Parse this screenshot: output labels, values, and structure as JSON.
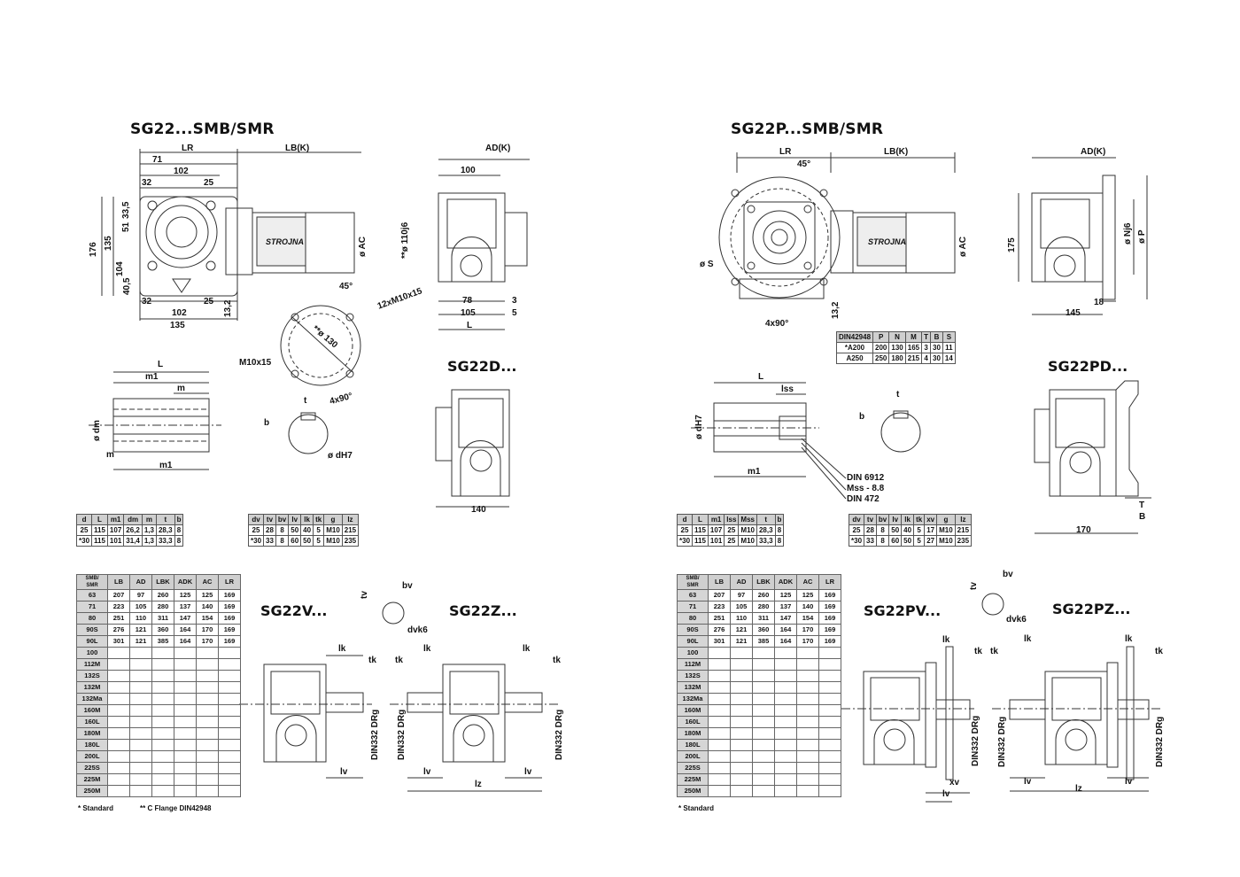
{
  "left": {
    "title": "SG22...SMB/SMR",
    "labels": {
      "lr": "LR",
      "lbk": "LB(K)",
      "adk": "AD(K)",
      "d71": "71",
      "d102": "102",
      "d32": "32",
      "d25": "25",
      "d33_5": "33,5",
      "d51": "51",
      "d135": "135",
      "d176": "176",
      "d104": "104",
      "d40_5": "40,5",
      "b32": "32",
      "b102": "102",
      "b25": "25",
      "b135": "135",
      "d13_2": "13,2",
      "brand": "STROJNA",
      "acdia": "ø AC",
      "d45": "45°",
      "d110": "**ø 110j6",
      "d100": "100",
      "m10x15a": "12xM10x15",
      "d78": "78",
      "d3": "3",
      "d105": "105",
      "d5": "5",
      "dL": "L",
      "d130": "**ø 130",
      "m10x15": "M10x15",
      "d4x90": "4x90°"
    },
    "shaft_labels": {
      "L": "L",
      "m1": "m1",
      "m": "m",
      "dm": "ø dm",
      "mb": "m",
      "m1b": "m1",
      "t": "t",
      "b": "b",
      "dH7": "ø dH7"
    },
    "sg22d": {
      "title": "SG22D...",
      "dim": "140"
    },
    "table_d": {
      "headers": [
        "d",
        "L",
        "m1",
        "dm",
        "m",
        "t",
        "b"
      ],
      "rows": [
        [
          "25",
          "115",
          "107",
          "26,2",
          "1,3",
          "28,3",
          "8"
        ],
        [
          "*30",
          "115",
          "101",
          "31,4",
          "1,3",
          "33,3",
          "8"
        ]
      ]
    },
    "table_dv": {
      "headers": [
        "dv",
        "tv",
        "bv",
        "lv",
        "lk",
        "tk",
        "g",
        "lz"
      ],
      "rows": [
        [
          "25",
          "28",
          "8",
          "50",
          "40",
          "5",
          "M10",
          "215"
        ],
        [
          "*30",
          "33",
          "8",
          "60",
          "50",
          "5",
          "M10",
          "235"
        ]
      ]
    },
    "motor_table": {
      "headers": [
        "SMB/\nSMR",
        "LB",
        "AD",
        "LBK",
        "ADK",
        "AC",
        "LR"
      ],
      "rows": [
        [
          "63",
          "207",
          "97",
          "260",
          "125",
          "125",
          "169"
        ],
        [
          "71",
          "223",
          "105",
          "280",
          "137",
          "140",
          "169"
        ],
        [
          "80",
          "251",
          "110",
          "311",
          "147",
          "154",
          "169"
        ],
        [
          "90S",
          "276",
          "121",
          "360",
          "164",
          "170",
          "169"
        ],
        [
          "90L",
          "301",
          "121",
          "385",
          "164",
          "170",
          "169"
        ],
        [
          "100",
          "",
          "",
          "",
          "",
          "",
          ""
        ],
        [
          "112M",
          "",
          "",
          "",
          "",
          "",
          ""
        ],
        [
          "132S",
          "",
          "",
          "",
          "",
          "",
          ""
        ],
        [
          "132M",
          "",
          "",
          "",
          "",
          "",
          ""
        ],
        [
          "132Ma",
          "",
          "",
          "",
          "",
          "",
          ""
        ],
        [
          "160M",
          "",
          "",
          "",
          "",
          "",
          ""
        ],
        [
          "160L",
          "",
          "",
          "",
          "",
          "",
          ""
        ],
        [
          "180M",
          "",
          "",
          "",
          "",
          "",
          ""
        ],
        [
          "180L",
          "",
          "",
          "",
          "",
          "",
          ""
        ],
        [
          "200L",
          "",
          "",
          "",
          "",
          "",
          ""
        ],
        [
          "225S",
          "",
          "",
          "",
          "",
          "",
          ""
        ],
        [
          "225M",
          "",
          "",
          "",
          "",
          "",
          ""
        ],
        [
          "250M",
          "",
          "",
          "",
          "",
          "",
          ""
        ]
      ]
    },
    "note_standard": "* Standard",
    "note_flange": "** C Flange DIN42948",
    "sg22v": {
      "title": "SG22V...",
      "tv": "tv",
      "bv": "bv",
      "dvk6": "dvk6",
      "lk": "lk",
      "tk": "tk",
      "din": "DIN332 DRg",
      "lv": "lv"
    },
    "sg22z": {
      "title": "SG22Z...",
      "tk": "tk",
      "lk": "lk",
      "lk2": "lk",
      "tk2": "tk",
      "din": "DIN332 DRg",
      "din2": "DIN332 DRg",
      "lv": "lv",
      "lz": "lz",
      "lv2": "lv"
    }
  },
  "right": {
    "title": "SG22P...SMB/SMR",
    "labels": {
      "lr": "LR",
      "lbk": "LB(K)",
      "adk": "AD(K)",
      "d45": "45°",
      "acdia": "ø AC",
      "brand": "STROJNA",
      "d175": "175",
      "nj6": "ø Nj6",
      "p": "ø P",
      "s": "ø S",
      "d13_2": "13,2",
      "d4x90": "4x90°",
      "d18": "18",
      "d145": "145"
    },
    "flange_table": {
      "headers": [
        "DIN42948",
        "P",
        "N",
        "M",
        "T",
        "B",
        "S"
      ],
      "rows": [
        [
          "*A200",
          "200",
          "130",
          "165",
          "3",
          "30",
          "11"
        ],
        [
          "A250",
          "250",
          "180",
          "215",
          "4",
          "30",
          "14"
        ]
      ]
    },
    "shaft_labels": {
      "L": "L",
      "lss": "lss",
      "dH7": "ø dH7",
      "m1": "m1",
      "t": "t",
      "b": "b",
      "din6912": "DIN 6912",
      "mss": "Mss - 8.8",
      "din472": "DIN 472"
    },
    "sg22pd": {
      "title": "SG22PD...",
      "T": "T",
      "B": "B",
      "dim": "170"
    },
    "table_d": {
      "headers": [
        "d",
        "L",
        "m1",
        "lss",
        "Mss",
        "t",
        "b"
      ],
      "rows": [
        [
          "25",
          "115",
          "107",
          "25",
          "M10",
          "28,3",
          "8"
        ],
        [
          "*30",
          "115",
          "101",
          "25",
          "M10",
          "33,3",
          "8"
        ]
      ]
    },
    "table_dv": {
      "headers": [
        "dv",
        "tv",
        "bv",
        "lv",
        "lk",
        "tk",
        "xv",
        "g",
        "lz"
      ],
      "rows": [
        [
          "25",
          "28",
          "8",
          "50",
          "40",
          "5",
          "17",
          "M10",
          "215"
        ],
        [
          "*30",
          "33",
          "8",
          "60",
          "50",
          "5",
          "27",
          "M10",
          "235"
        ]
      ]
    },
    "motor_table": {
      "headers": [
        "SMB/\nSMR",
        "LB",
        "AD",
        "LBK",
        "ADK",
        "AC",
        "LR"
      ],
      "rows": [
        [
          "63",
          "207",
          "97",
          "260",
          "125",
          "125",
          "169"
        ],
        [
          "71",
          "223",
          "105",
          "280",
          "137",
          "140",
          "169"
        ],
        [
          "80",
          "251",
          "110",
          "311",
          "147",
          "154",
          "169"
        ],
        [
          "90S",
          "276",
          "121",
          "360",
          "164",
          "170",
          "169"
        ],
        [
          "90L",
          "301",
          "121",
          "385",
          "164",
          "170",
          "169"
        ],
        [
          "100",
          "",
          "",
          "",
          "",
          "",
          ""
        ],
        [
          "112M",
          "",
          "",
          "",
          "",
          "",
          ""
        ],
        [
          "132S",
          "",
          "",
          "",
          "",
          "",
          ""
        ],
        [
          "132M",
          "",
          "",
          "",
          "",
          "",
          ""
        ],
        [
          "132Ma",
          "",
          "",
          "",
          "",
          "",
          ""
        ],
        [
          "160M",
          "",
          "",
          "",
          "",
          "",
          ""
        ],
        [
          "160L",
          "",
          "",
          "",
          "",
          "",
          ""
        ],
        [
          "180M",
          "",
          "",
          "",
          "",
          "",
          ""
        ],
        [
          "180L",
          "",
          "",
          "",
          "",
          "",
          ""
        ],
        [
          "200L",
          "",
          "",
          "",
          "",
          "",
          ""
        ],
        [
          "225S",
          "",
          "",
          "",
          "",
          "",
          ""
        ],
        [
          "225M",
          "",
          "",
          "",
          "",
          "",
          ""
        ],
        [
          "250M",
          "",
          "",
          "",
          "",
          "",
          ""
        ]
      ]
    },
    "note_standard": "* Standard",
    "sg22pv": {
      "title": "SG22PV...",
      "tv": "tv",
      "bv": "bv",
      "dvk6": "dvk6",
      "lk": "lk",
      "tk": "tk",
      "din": "DIN332 DRg",
      "xv": "xv",
      "lv": "lv"
    },
    "sg22pz": {
      "title": "SG22PZ...",
      "tk": "tk",
      "lk": "lk",
      "lk2": "lk",
      "tk2": "tk",
      "din": "DIN332 DRg",
      "din2": "DIN332 DRg",
      "lv": "lv",
      "lz": "lz",
      "lv2": "lv"
    }
  }
}
